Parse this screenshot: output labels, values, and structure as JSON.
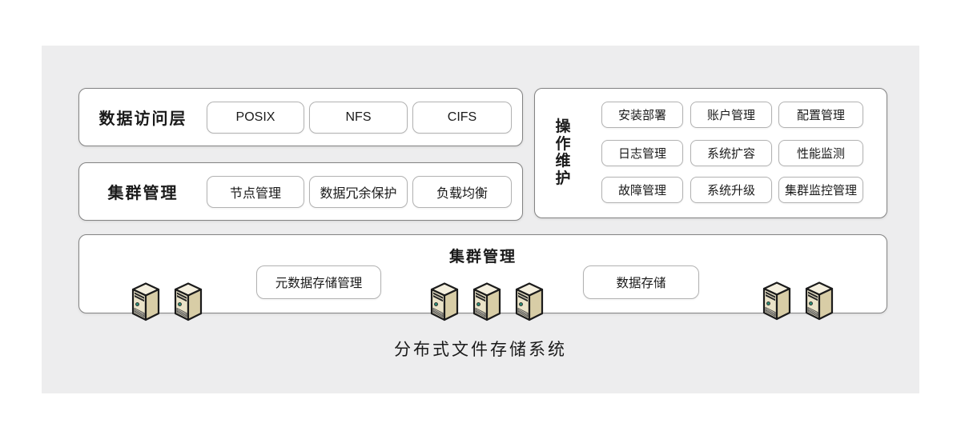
{
  "page": {
    "caption": "分布式文件存储系统"
  },
  "panels": {
    "data_access": {
      "label": "数据访问层",
      "buttons": [
        "POSIX",
        "NFS",
        "CIFS"
      ]
    },
    "cluster": {
      "label": "集群管理",
      "buttons": [
        "节点管理",
        "数据冗余保护",
        "负载均衡"
      ]
    },
    "ops": {
      "label": "操作维护",
      "buttons": [
        "安装部署",
        "账户管理",
        "配置管理",
        "日志管理",
        "系统扩容",
        "性能监测",
        "故障管理",
        "系统升级",
        "集群监控管理"
      ]
    },
    "storage": {
      "label": "集群管理",
      "metadata_button": "元数据存储管理",
      "data_button": "数据存储",
      "server_icon": "server-tower-icon",
      "server_groups": [
        2,
        3,
        2
      ]
    }
  },
  "colors": {
    "card_bg": "#EDEDEE",
    "panel_border": "#838383",
    "button_border": "#B2B2B2",
    "text": "#1A1A1A",
    "server_front": "#EAE3C8",
    "server_side": "#D8CDA6",
    "server_top": "#F4EFDE",
    "server_led": "#2E8B74"
  }
}
